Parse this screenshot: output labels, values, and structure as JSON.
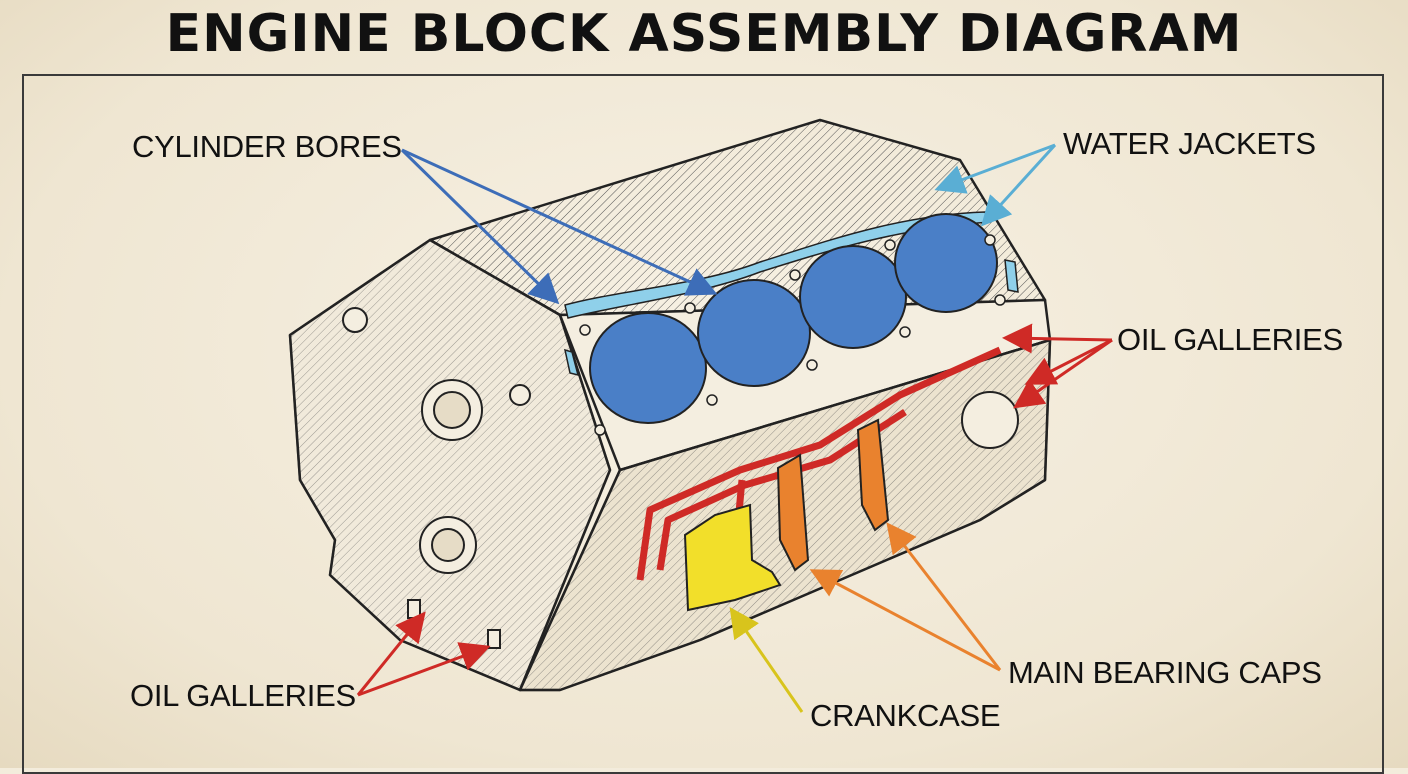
{
  "title": "ENGINE BLOCK ASSEMBLY DIAGRAM",
  "labels": {
    "cylinder_bores": "CYLINDER BORES",
    "water_jackets": "WATER JACKETS",
    "oil_galleries_right": "OIL GALLERIES",
    "oil_galleries_left": "OIL GALLERIES",
    "main_bearing_caps": "MAIN BEARING CAPS",
    "crankcase": "CRANKCASE"
  },
  "colors": {
    "cylinder_bores": "#4a7fc7",
    "water_jackets": "#8fd0ea",
    "oil_galleries": "#cf2a26",
    "main_bearing_caps": "#e9822e",
    "crankcase": "#f2df2a",
    "ink": "#222222"
  }
}
